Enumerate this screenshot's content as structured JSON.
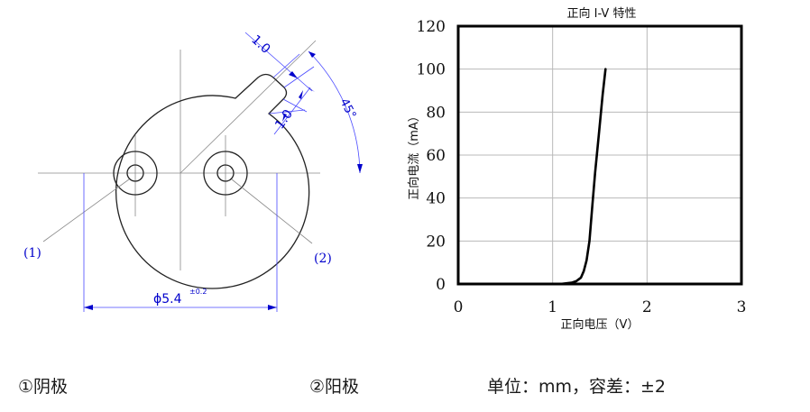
{
  "drawing": {
    "dim_top": "1.0",
    "dim_mid": "1.0",
    "angle": "45°",
    "diameter": "ϕ5.4",
    "tolerance": "±0.2",
    "ref1": "(1)",
    "ref2": "(2)"
  },
  "captions": {
    "cathode": "①阴极",
    "anode": "②阳极",
    "units": "单位：mm，容差：±2"
  },
  "chart_data": {
    "type": "line",
    "title": "正向 I-V 特性",
    "xlabel": "正向电压（V）",
    "ylabel": "正向电流（mA）",
    "xlim": [
      0,
      3
    ],
    "ylim": [
      0,
      120
    ],
    "xticks": [
      0,
      1,
      2,
      3
    ],
    "yticks": [
      0,
      20,
      40,
      60,
      80,
      100,
      120
    ],
    "grid": true,
    "series": [
      {
        "color": "#000000",
        "x": [
          0,
          1.0,
          1.1,
          1.2,
          1.25,
          1.3,
          1.33,
          1.36,
          1.39,
          1.42,
          1.45,
          1.49,
          1.53,
          1.56
        ],
        "y": [
          0,
          0,
          0.1,
          0.6,
          1.3,
          3,
          6,
          11,
          20,
          36,
          52,
          70,
          88,
          100
        ]
      }
    ]
  }
}
